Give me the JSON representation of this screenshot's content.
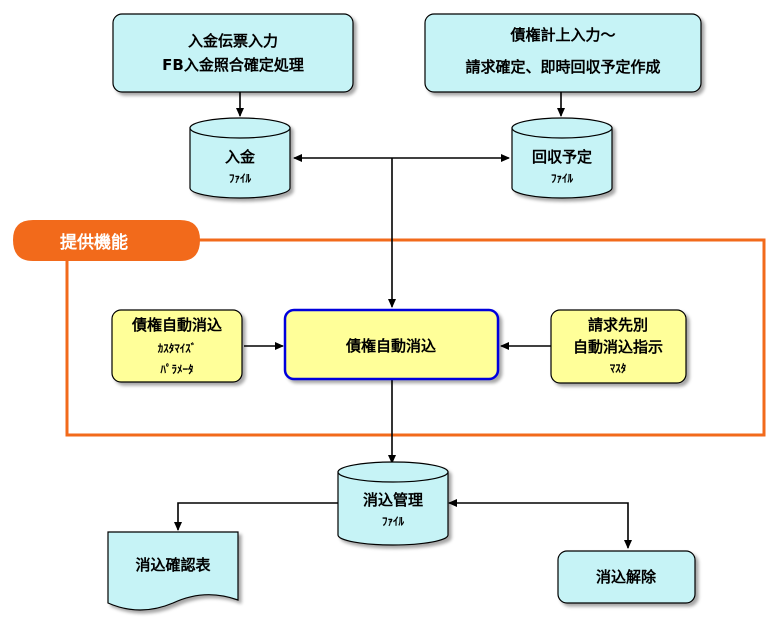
{
  "boxes": {
    "payment_input": {
      "line1": "入金伝票入力",
      "line2": "FB入金照合確定処理"
    },
    "receivable_input": {
      "line1": "債権計上入力～",
      "line2": "請求確定、即時回収予定作成"
    },
    "auto_clear_params": {
      "line1": "債権自動消込",
      "line2": "ｶｽﾀﾏｲｽﾞ",
      "line3": "ﾊﾟﾗﾒｰﾀ"
    },
    "auto_clear_main": {
      "label": "債権自動消込"
    },
    "billing_master": {
      "line1": "請求先別",
      "line2": "自動消込指示",
      "line3": "ﾏｽﾀ"
    },
    "cancel_clear": {
      "label": "消込解除"
    }
  },
  "cylinders": {
    "payment_file": {
      "line1": "入金",
      "line2": "ﾌｧｲﾙ"
    },
    "collection_file": {
      "line1": "回収予定",
      "line2": "ﾌｧｲﾙ"
    },
    "clear_mgmt_file": {
      "line1": "消込管理",
      "line2": "ﾌｧｲﾙ"
    }
  },
  "document": {
    "label": "消込確認表"
  },
  "feature_badge": {
    "label": "提供機能"
  },
  "colors": {
    "cyan_fill": "#c6f3f6",
    "yellow_fill": "#ffff99",
    "blue_border": "#0000dd",
    "orange": "#f26a1b",
    "line": "#000000"
  }
}
